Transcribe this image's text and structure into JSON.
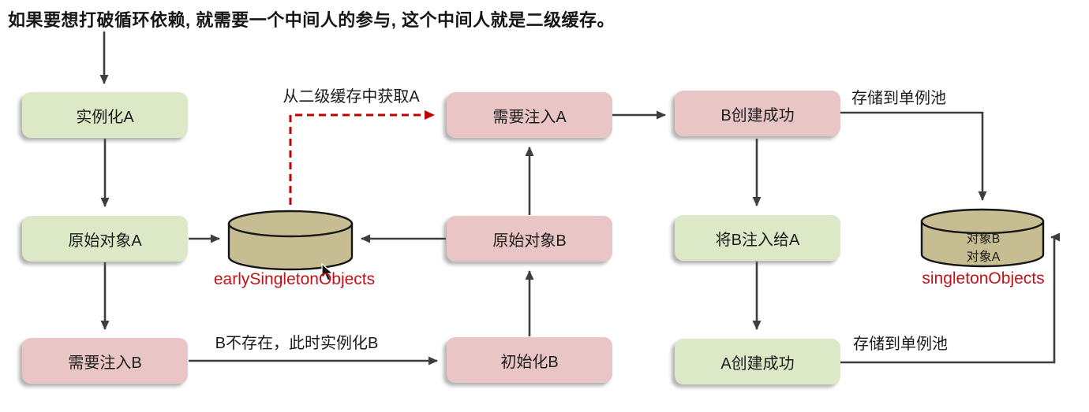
{
  "title": "如果要想打破循环依赖, 就需要一个中间人的参与, 这个中间人就是二级缓存。",
  "colors": {
    "green": "#dce8c6",
    "pink": "#eac5c5",
    "cylinder": "#c6bd93",
    "red_text": "#c11218",
    "dashed_red": "#c00000",
    "arrow": "#3e3e3e"
  },
  "nodes": {
    "instantiate_a": {
      "label": "实例化A",
      "type": "green"
    },
    "raw_object_a": {
      "label": "原始对象A",
      "type": "green"
    },
    "need_inject_b": {
      "label": "需要注入B",
      "type": "pink"
    },
    "need_inject_a": {
      "label": "需要注入A",
      "type": "pink"
    },
    "raw_object_b": {
      "label": "原始对象B",
      "type": "pink"
    },
    "init_b": {
      "label": "初始化B",
      "type": "pink"
    },
    "b_created": {
      "label": "B创建成功",
      "type": "pink"
    },
    "inject_b_into_a": {
      "label": "将B注入给A",
      "type": "green"
    },
    "a_created": {
      "label": "A创建成功",
      "type": "green"
    }
  },
  "caches": {
    "early": {
      "label": "earlySingletonObjects",
      "items": []
    },
    "singleton": {
      "label": "singletonObjects",
      "items": [
        "对象B",
        "对象A"
      ]
    }
  },
  "edge_labels": {
    "from_l2_cache": "从二级缓存中获取A",
    "b_not_exist": "B不存在，此时实例化B",
    "store_to_singleton_pool_b": "存储到单例池",
    "store_to_singleton_pool_a": "存储到单例池"
  }
}
